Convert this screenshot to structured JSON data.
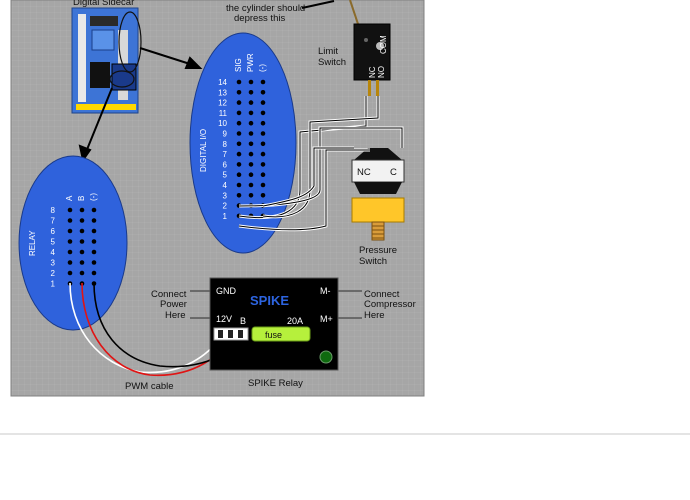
{
  "labels": {
    "sidecar": "Digital Sidecar",
    "cylinder_note_1": "the cylinder should",
    "cylinder_note_2": "depress this",
    "limit_switch_1": "Limit",
    "limit_switch_2": "Switch",
    "limit_nc": "NC",
    "limit_no": "NO",
    "limit_com": "COM",
    "pressure_nc": "NC",
    "pressure_c": "C",
    "pressure_switch_1": "Pressure",
    "pressure_switch_2": "Switch",
    "pwm_cable": "PWM cable",
    "spike_relay": "SPIKE Relay",
    "connect_power_1": "Connect",
    "connect_power_2": "Power",
    "connect_power_3": "Here",
    "connect_comp_1": "Connect",
    "connect_comp_2": "Compressor",
    "connect_comp_3": "Here"
  },
  "digital_io": {
    "title": "DIGITAL I/O",
    "col_sig": "SIG",
    "col_pwr": "PWR",
    "col_gnd": "(-)",
    "rows": [
      "14",
      "13",
      "12",
      "11",
      "10",
      "9",
      "8",
      "7",
      "6",
      "5",
      "4",
      "3",
      "2",
      "1"
    ]
  },
  "relay": {
    "title": "RELAY",
    "col_a": "A",
    "col_b": "B",
    "col_gnd": "(-)",
    "rows": [
      "8",
      "7",
      "6",
      "5",
      "4",
      "3",
      "2",
      "1"
    ]
  },
  "spike": {
    "title": "SPIKE",
    "gnd": "GND",
    "v12": "12V",
    "b": "B",
    "m_minus": "M-",
    "m_plus": "M+",
    "amps": "20A",
    "fuse": "fuse"
  },
  "colors": {
    "background_panel": "#a8a8a8",
    "oval_blue": "#2f62dc",
    "spike_body": "#000000",
    "fuse_green": "#b6f03c",
    "led_green": "#0f6a0f",
    "pressure_yellow": "#ffc629",
    "wire_red": "#e01414",
    "wire_white": "#ffffff",
    "wire_black": "#000000"
  }
}
